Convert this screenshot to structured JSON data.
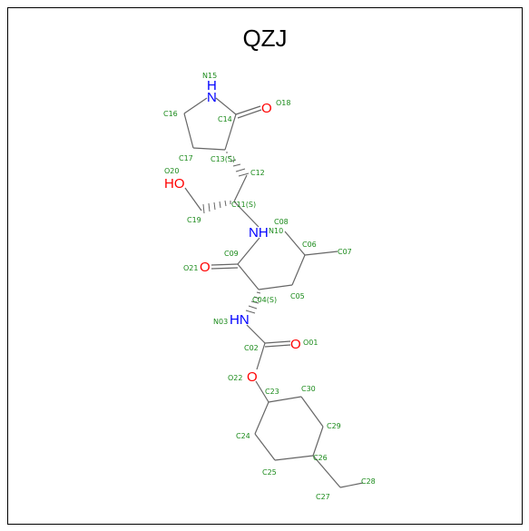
{
  "title": "QZJ",
  "colors": {
    "bond": "#666666",
    "label": "#1a8a1a",
    "oxygen": "#ff0000",
    "nitrogen": "#0000ff"
  },
  "hetero": {
    "nh_ring": "H",
    "n_ring": "N",
    "carbonyl_o": "O",
    "ho": "HO",
    "nh_amide": "NH",
    "o_amide": "O",
    "nh_carbamate": "HN",
    "o_carbamate_dbl": "O",
    "o_ester": "O"
  },
  "atoms": {
    "N15": "N15",
    "C16": "C16",
    "C14": "C14",
    "O18": "O18",
    "C17": "C17",
    "C13": "C13(S)",
    "C12": "C12",
    "O20": "O20",
    "C11": "C11(S)",
    "C19": "C19",
    "C08": "C08",
    "N10": "N10",
    "C06": "C06",
    "C07": "C07",
    "C09": "C09",
    "O21": "O21",
    "C05": "C05",
    "C04": "C04(S)",
    "N03": "N03",
    "C02": "C02",
    "O01": "O01",
    "O22": "O22",
    "C23": "C23",
    "C30": "C30",
    "C29": "C29",
    "C24": "C24",
    "C26": "C26",
    "C25": "C25",
    "C28": "C28",
    "C27": "C27"
  }
}
